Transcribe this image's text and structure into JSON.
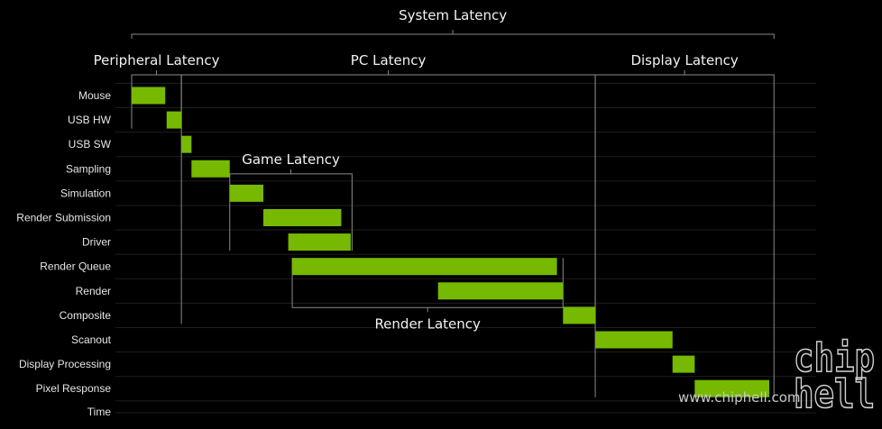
{
  "chart_data": {
    "type": "gantt",
    "title": "System Latency",
    "time_axis_label": "Time",
    "rows": [
      {
        "label": "Mouse",
        "start": 0.0,
        "end": 5.0
      },
      {
        "label": "USB HW",
        "start": 5.2,
        "end": 7.4
      },
      {
        "label": "USB SW",
        "start": 7.4,
        "end": 8.9
      },
      {
        "label": "Sampling",
        "start": 8.9,
        "end": 14.6
      },
      {
        "label": "Simulation",
        "start": 14.6,
        "end": 19.6
      },
      {
        "label": "Render Submission",
        "start": 19.6,
        "end": 31.2
      },
      {
        "label": "Driver",
        "start": 23.3,
        "end": 32.6
      },
      {
        "label": "Render Queue",
        "start": 23.9,
        "end": 63.3
      },
      {
        "label": "Render",
        "start": 45.6,
        "end": 64.2
      },
      {
        "label": "Composite",
        "start": 64.2,
        "end": 69.0
      },
      {
        "label": "Scanout",
        "start": 69.0,
        "end": 80.5
      },
      {
        "label": "Display Processing",
        "start": 80.5,
        "end": 83.8
      },
      {
        "label": "Pixel Response",
        "start": 83.8,
        "end": 94.9
      }
    ],
    "spans": [
      {
        "label": "System Latency",
        "start": 0.0,
        "end": 95.6,
        "from_row": 0,
        "to_row": 12,
        "label_side": "top"
      },
      {
        "label": "Peripheral Latency",
        "start": 0.0,
        "end": 7.4,
        "from_row": 0,
        "to_row": 1,
        "label_side": "top"
      },
      {
        "label": "PC Latency",
        "start": 7.4,
        "end": 69.0,
        "from_row": 2,
        "to_row": 9,
        "label_side": "top"
      },
      {
        "label": "Display Latency",
        "start": 69.0,
        "end": 95.6,
        "from_row": 10,
        "to_row": 12,
        "label_side": "top"
      },
      {
        "label": "Game Latency",
        "start": 14.6,
        "end": 32.8,
        "from_row": 4,
        "to_row": 6,
        "label_side": "top"
      },
      {
        "label": "Render Latency",
        "start": 23.9,
        "end": 64.2,
        "from_row": 7,
        "to_row": 8,
        "label_side": "bottom"
      }
    ]
  },
  "watermark": {
    "site": "www.chiphell.com",
    "logo_top": "chip",
    "logo_bottom": "hell"
  },
  "colors": {
    "background": "#000000",
    "bar": "#76b900",
    "bracket": "#8a8a8a",
    "text": "#e6e6e6"
  }
}
